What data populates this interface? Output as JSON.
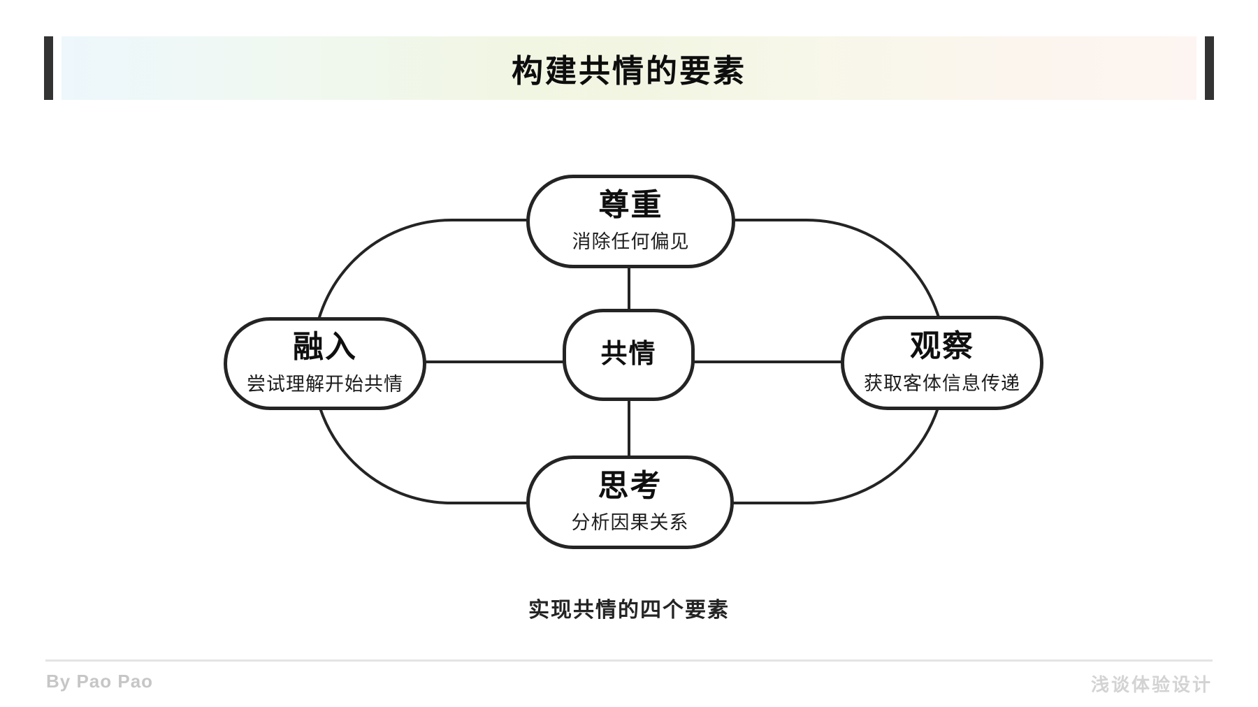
{
  "header": {
    "title": "构建共情的要素"
  },
  "diagram": {
    "center": {
      "title": "共情"
    },
    "top": {
      "title": "尊重",
      "subtitle": "消除任何偏见"
    },
    "left": {
      "title": "融入",
      "subtitle": "尝试理解开始共情"
    },
    "right": {
      "title": "观察",
      "subtitle": "获取客体信息传递"
    },
    "bottom": {
      "title": "思考",
      "subtitle": "分析因果关系"
    },
    "caption": "实现共情的四个要素"
  },
  "footer": {
    "author": "By Pao Pao",
    "brand": "浅谈体验设计"
  },
  "colors": {
    "stroke": "#242424",
    "header_bar": "#333333",
    "gradient_left": "#edf7fc",
    "gradient_middle": "#f2f5e2",
    "gradient_right": "#fdf5f1",
    "footer_text": "#c6c6c6"
  }
}
